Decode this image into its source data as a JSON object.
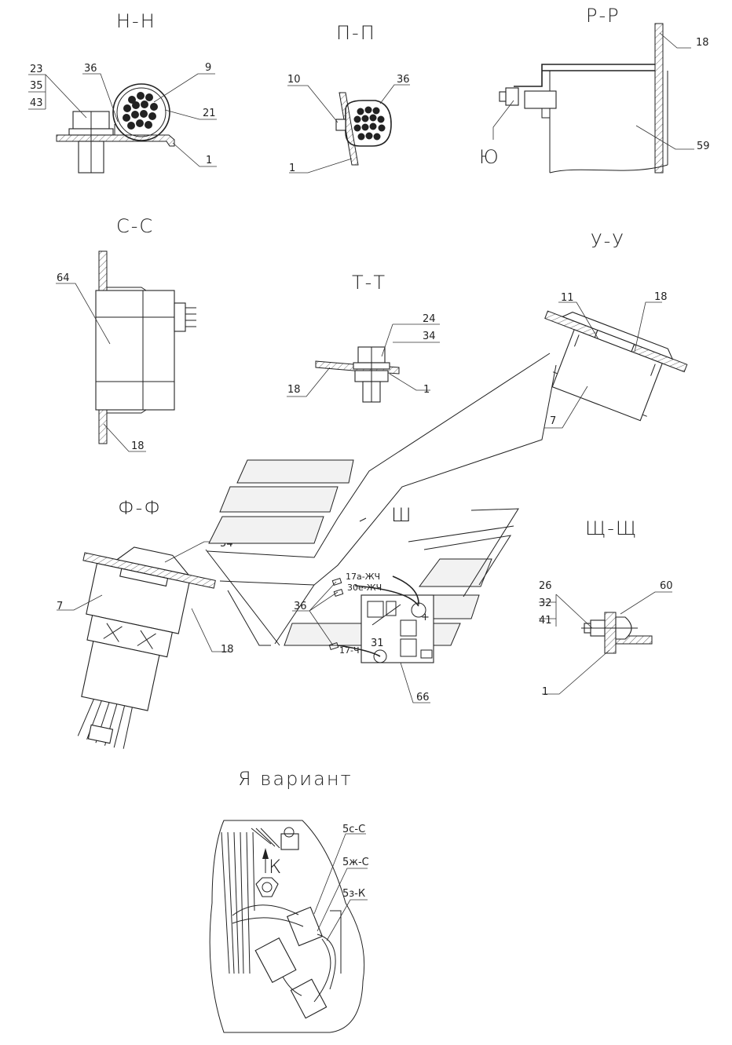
{
  "sections": {
    "nn": {
      "title": "Н-Н",
      "labels": [
        "23",
        "35",
        "43",
        "36",
        "9",
        "21",
        "1"
      ]
    },
    "pp": {
      "title": "П-П",
      "labels": [
        "10",
        "36",
        "1"
      ]
    },
    "rr": {
      "title": "Р-Р",
      "labels": [
        "18",
        "Ю",
        "59"
      ]
    },
    "ss": {
      "title": "С-С",
      "labels": [
        "64",
        "18"
      ]
    },
    "tt": {
      "title": "Т-Т",
      "labels": [
        "24",
        "34",
        "18",
        "1"
      ]
    },
    "uu": {
      "title": "У-У",
      "labels": [
        "11",
        "18",
        "7"
      ]
    },
    "ff": {
      "title": "Ф-Ф",
      "labels": [
        "54",
        "7",
        "18"
      ]
    },
    "sch": {
      "title": "Щ-Щ",
      "labels": [
        "26",
        "32",
        "41",
        "60",
        "1"
      ]
    },
    "center": {
      "view_mark": "Ш",
      "wire_labels": [
        "17а-ЖЧ",
        "30е-ЖЧ",
        "17-Ч"
      ],
      "labels": [
        "36",
        "66",
        "31",
        "+"
      ]
    },
    "variant": {
      "title": "Я вариант",
      "view_mark": "К",
      "labels": [
        "5с-С",
        "5ж-С",
        "5з-К"
      ]
    }
  }
}
